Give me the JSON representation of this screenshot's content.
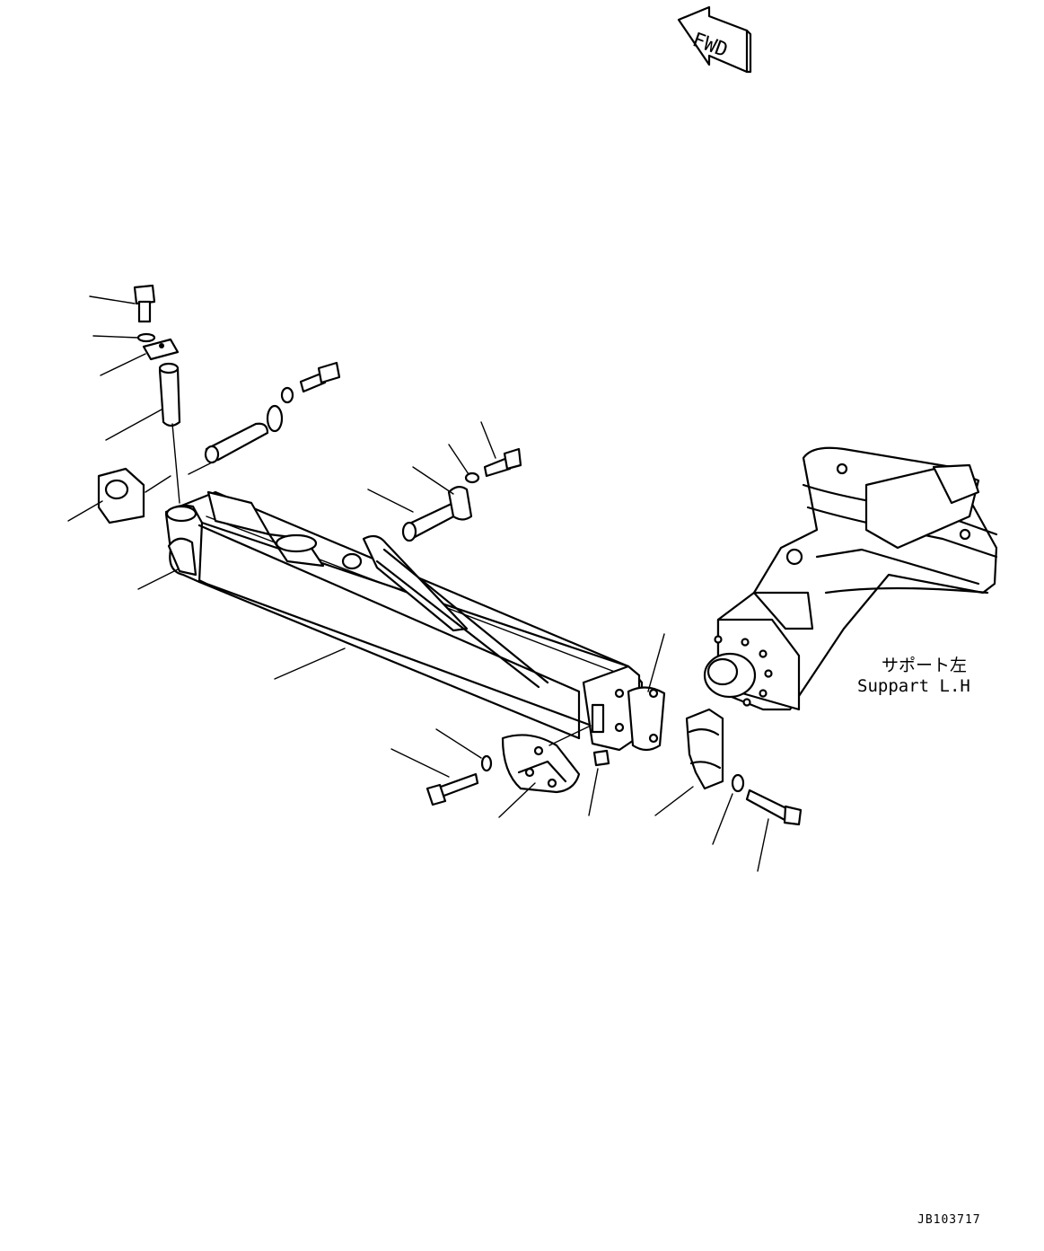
{
  "fwd_label": "FWD",
  "support_label_jp": "サポート左",
  "support_label_en": "Suppart L.H",
  "drawing_code": "JB103717"
}
